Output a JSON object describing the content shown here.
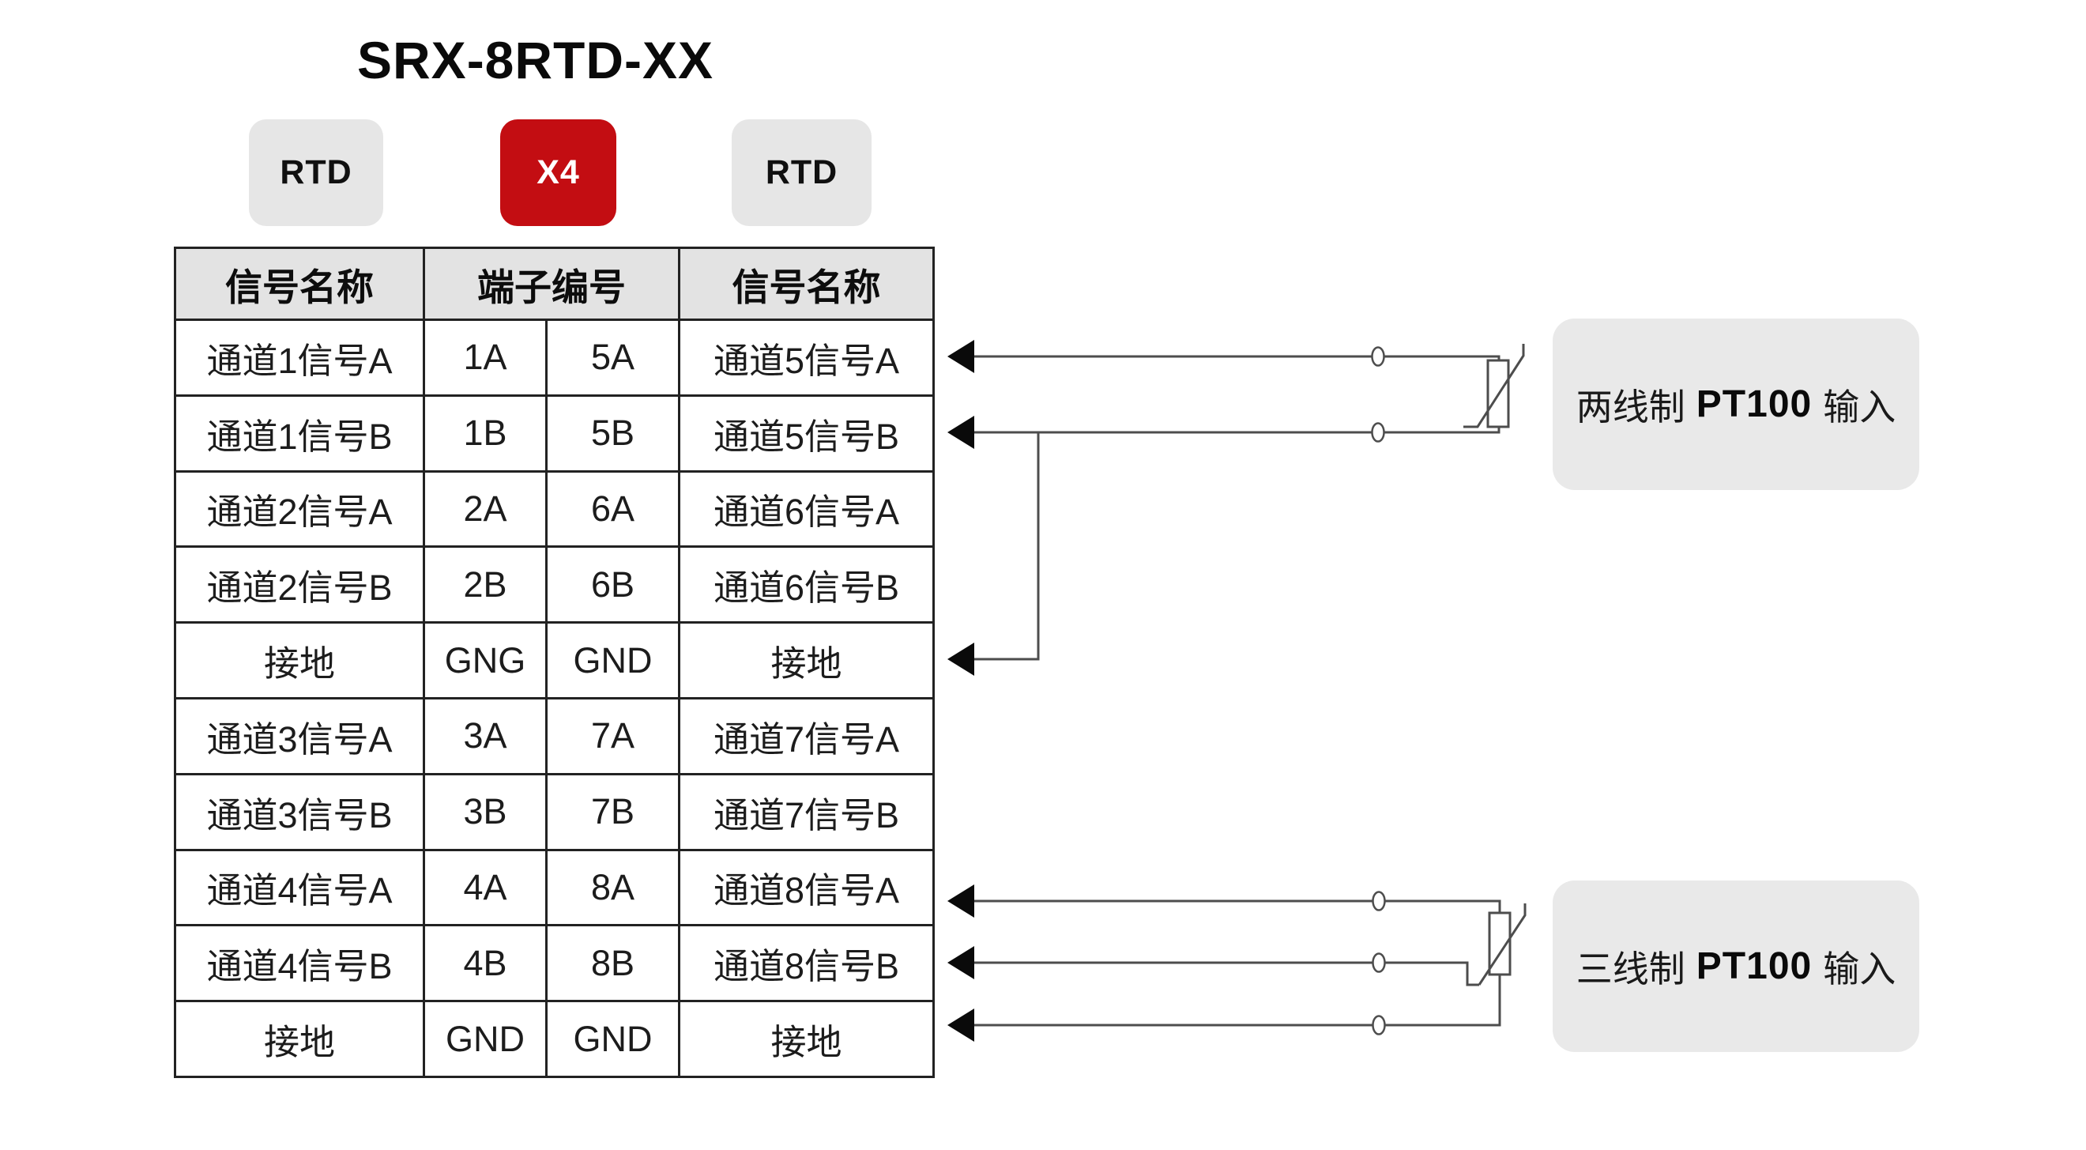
{
  "title": "SRX-8RTD-XX",
  "badges": [
    {
      "label": "RTD",
      "variant": "gray"
    },
    {
      "label": "X4",
      "variant": "red"
    },
    {
      "label": "RTD",
      "variant": "gray"
    }
  ],
  "colors": {
    "accent_red": "#c30d12",
    "badge_gray": "#e6e6e6",
    "table_header_gray": "#e3e3e3",
    "label_box_gray": "#e9e9e9",
    "table_border": "#222222",
    "wire_gray": "#4d4d4d",
    "arrow_black": "#0a0a0a"
  },
  "table": {
    "headers": [
      "信号名称",
      "端子编号",
      "信号名称"
    ],
    "rows": [
      {
        "cells": [
          "通道1信号A",
          "1A",
          "5A",
          "通道5信号A"
        ]
      },
      {
        "cells": [
          "通道1信号B",
          "1B",
          "5B",
          "通道5信号B"
        ]
      },
      {
        "cells": [
          "通道2信号A",
          "2A",
          "6A",
          "通道6信号A"
        ]
      },
      {
        "cells": [
          "通道2信号B",
          "2B",
          "6B",
          "通道6信号B"
        ]
      },
      {
        "cells": [
          "接地",
          "GNG",
          "GND",
          "接地"
        ]
      },
      {
        "cells": [
          "通道3信号A",
          "3A",
          "7A",
          "通道7信号A"
        ]
      },
      {
        "cells": [
          "通道3信号B",
          "3B",
          "7B",
          "通道7信号B"
        ]
      },
      {
        "cells": [
          "通道4信号A",
          "4A",
          "8A",
          "通道8信号A"
        ]
      },
      {
        "cells": [
          "通道4信号B",
          "4B",
          "8B",
          "通道8信号B"
        ]
      },
      {
        "cells": [
          "接地",
          "GND",
          "GND",
          "接地"
        ]
      }
    ]
  },
  "annotations": [
    {
      "prefix": "两线制",
      "highlight": "PT100",
      "suffix": "输入"
    },
    {
      "prefix": "三线制",
      "highlight": "PT100",
      "suffix": "输入"
    }
  ]
}
